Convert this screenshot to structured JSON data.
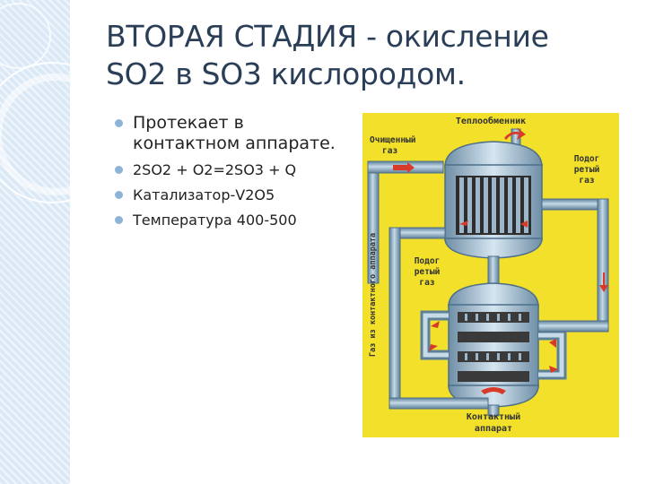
{
  "slide": {
    "title_line1": "ВТОРАЯ СТАДИЯ - окисление",
    "title_line2": "SO2 в SO3 кислородом.",
    "bullets": [
      "Протекает в контактном аппарате.",
      " 2SO2 + O2=2SO3 + Q",
      "Катализатор-V2O5",
      "Температура 400-500"
    ]
  },
  "diagram": {
    "label_heat_exchanger": "Теплообменник",
    "label_clean_gas_1": "Очищенный",
    "label_clean_gas_2": "газ",
    "label_heated_gas_right_1": "Подог",
    "label_heated_gas_right_2": "ретый",
    "label_heated_gas_right_3": "газ",
    "label_heated_gas_mid_1": "Подог",
    "label_heated_gas_mid_2": "ретый",
    "label_heated_gas_mid_3": "газ",
    "label_vertical": "Газ из контактного аппарата",
    "label_contact_1": "Контактный",
    "label_contact_2": "аппарат",
    "colors": {
      "background": "#f2e02a",
      "pipe": "#8fb0c8",
      "pipe_dark": "#4d6f8a",
      "catalyst": "#3a3a3a",
      "arrow": "#d83a2a"
    }
  }
}
